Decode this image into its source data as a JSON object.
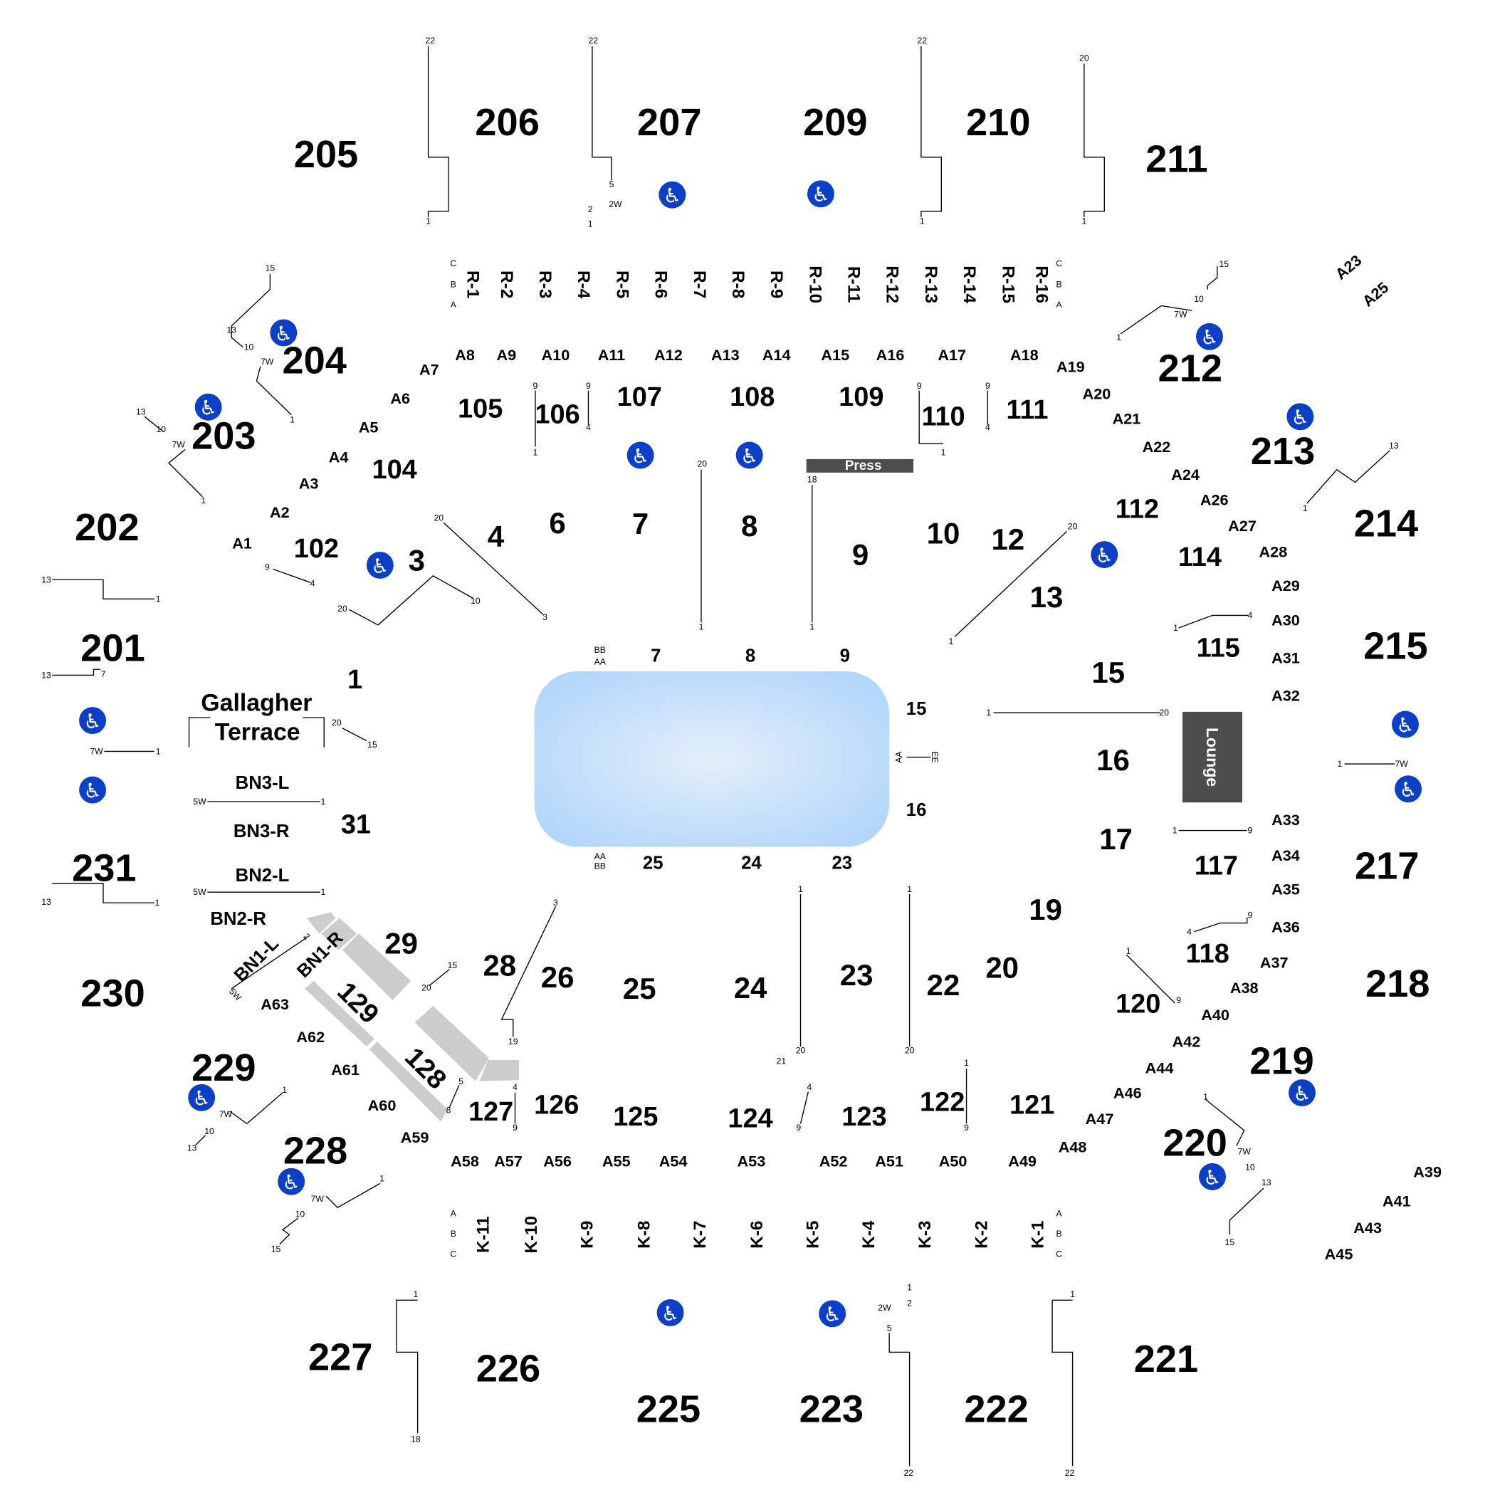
{
  "upper_sections": [
    "205",
    "206",
    "207",
    "209",
    "210",
    "211",
    "212",
    "213",
    "214",
    "215",
    "217",
    "218",
    "219",
    "220",
    "221",
    "222",
    "223",
    "225",
    "226",
    "227",
    "228",
    "229",
    "230",
    "231",
    "201",
    "202",
    "203",
    "204"
  ],
  "lower_sections": [
    "105",
    "106",
    "107",
    "108",
    "109",
    "110",
    "111",
    "112",
    "114",
    "115",
    "117",
    "118",
    "120",
    "121",
    "122",
    "123",
    "124",
    "125",
    "126",
    "127",
    "102",
    "104",
    "31",
    "1"
  ],
  "floor_sections": [
    "3",
    "4",
    "6",
    "7",
    "8",
    "9",
    "10",
    "12",
    "13",
    "15",
    "16",
    "17",
    "19",
    "20",
    "22",
    "23",
    "24",
    "25",
    "26",
    "28",
    "29"
  ],
  "rotated_sections": [
    "129",
    "128"
  ],
  "rink_labels": [
    "7",
    "8",
    "9",
    "15",
    "16",
    "25",
    "24",
    "23",
    "BB",
    "AA",
    "AA",
    "BB",
    "AA",
    "EE"
  ],
  "club_labels": [
    "A1",
    "A2",
    "A3",
    "A4",
    "A5",
    "A6",
    "A7",
    "A8",
    "A9",
    "A10",
    "A11",
    "A12",
    "A13",
    "A14",
    "A15",
    "A16",
    "A17",
    "A18",
    "A19",
    "A20",
    "A21",
    "A22",
    "A24",
    "A26",
    "A27",
    "A28",
    "A29",
    "A30",
    "A31",
    "A32",
    "A33",
    "A34",
    "A35",
    "A36",
    "A37",
    "A38",
    "A40",
    "A42",
    "A44",
    "A46",
    "A47",
    "A48",
    "A49",
    "A50",
    "A51",
    "A52",
    "A53",
    "A54",
    "A55",
    "A56",
    "A57",
    "A58",
    "A59",
    "A60",
    "A61",
    "A62",
    "A63",
    "A39",
    "A41",
    "A43",
    "A45",
    "A23",
    "A25"
  ],
  "bunker_labels": [
    "BN3-L",
    "BN3-R",
    "BN2-L",
    "BN2-R",
    "BN1-L",
    "BN1-R"
  ],
  "gallagher_terrace": [
    "Gallagher",
    "Terrace"
  ],
  "suite_rows_top": [
    "R-1",
    "R-2",
    "R-3",
    "R-4",
    "R-5",
    "R-6",
    "R-7",
    "R-8",
    "R-9",
    "R-10",
    "R-11",
    "R-12",
    "R-13",
    "R-14",
    "R-15",
    "R-16"
  ],
  "suite_rows_bottom": [
    "K-11",
    "K-10",
    "K-9",
    "K-8",
    "K-7",
    "K-6",
    "K-5",
    "K-4",
    "K-3",
    "K-2",
    "K-1"
  ],
  "row_letters": [
    "C",
    "B",
    "A",
    "C",
    "B",
    "A",
    "A",
    "B",
    "C",
    "A",
    "B",
    "C"
  ],
  "row_markers": [
    "22",
    "1",
    "22",
    "5",
    "2",
    "1",
    "2W",
    "22",
    "1",
    "20",
    "1",
    "15",
    "13",
    "10",
    "7W",
    "1",
    "13",
    "10",
    "7W",
    "1",
    "13",
    "1",
    "13",
    "7",
    "7W",
    "1",
    "5W",
    "1",
    "5W",
    "1",
    "13",
    "1",
    "9",
    "4",
    "20",
    "10",
    "20",
    "3",
    "20",
    "15",
    "9",
    "1",
    "9",
    "4",
    "20",
    "1",
    "18",
    "1",
    "9",
    "1",
    "9",
    "4",
    "20",
    "1",
    "15",
    "10",
    "7W",
    "1",
    "13",
    "1",
    "1",
    "4",
    "1",
    "20",
    "1",
    "7W",
    "1",
    "9",
    "4",
    "9",
    "1",
    "9",
    "15",
    "20",
    "3",
    "19",
    "5",
    "8",
    "4",
    "9",
    "1",
    "20",
    "1",
    "20",
    "21",
    "4",
    "9",
    "1",
    "9",
    "1",
    "7W",
    "10",
    "13",
    "1",
    "7W",
    "10",
    "15",
    "1",
    "7W",
    "10",
    "13",
    "15",
    "1",
    "18",
    "1",
    "2",
    "2W",
    "5",
    "22",
    "1",
    "22",
    "2",
    "5W"
  ],
  "press_label": "Press",
  "lounge_label": "Lounge",
  "icons": {
    "accessible_seating": "wheelchair-icon"
  },
  "colors": {
    "accessible": "#0b3fc8",
    "rink": "#b3d7fb",
    "press": "#4d4d4d",
    "blocked": "#cccccc"
  }
}
